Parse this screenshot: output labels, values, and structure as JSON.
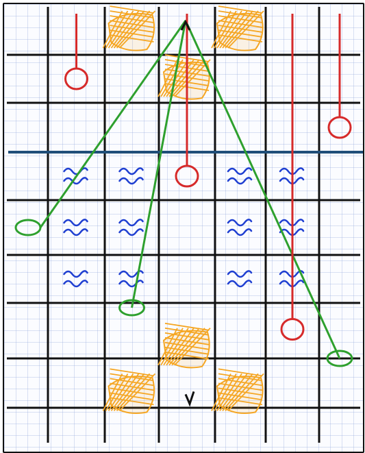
{
  "board": {
    "columns": 7,
    "rows": 8,
    "line_color": "#111111",
    "river_line_color": "#1f4e79",
    "colors": {
      "obstacle": "#f5a623",
      "water": "#1f3fd1",
      "red_piece": "#d62a2a",
      "green_piece": "#2ea02e",
      "arrow": "#111111"
    }
  },
  "cells": {
    "obstacles": [
      {
        "col": 2,
        "row": 0
      },
      {
        "col": 4,
        "row": 0
      },
      {
        "col": 3,
        "row": 1
      },
      {
        "col": 3,
        "row": 6.3
      },
      {
        "col": 2,
        "row": 7.2
      },
      {
        "col": 4,
        "row": 7.2
      }
    ],
    "water": [
      {
        "col": 1,
        "row": 3
      },
      {
        "col": 2,
        "row": 3
      },
      {
        "col": 4,
        "row": 3
      },
      {
        "col": 5,
        "row": 3
      },
      {
        "col": 1,
        "row": 4
      },
      {
        "col": 2,
        "row": 4
      },
      {
        "col": 4,
        "row": 4
      },
      {
        "col": 5,
        "row": 4
      },
      {
        "col": 1,
        "row": 5
      },
      {
        "col": 2,
        "row": 5
      },
      {
        "col": 4,
        "row": 5
      },
      {
        "col": 5,
        "row": 5
      }
    ]
  },
  "pieces": {
    "red": [
      {
        "col": 1,
        "row_from": 0,
        "row_to": 1
      },
      {
        "col": 3,
        "row_from": 0,
        "row_to": 3
      },
      {
        "col": 5,
        "row_from": 0,
        "row_to": 6
      },
      {
        "col": 6,
        "row_from": 0,
        "row_to": 2
      }
    ],
    "green_origin": {
      "col": 3,
      "row": 0
    },
    "green": [
      {
        "col": 0,
        "row": 4
      },
      {
        "col": 2,
        "row": 5.6
      },
      {
        "col": 6,
        "row": 6.5
      }
    ]
  },
  "markers": {
    "top_arrow": {
      "col": 3,
      "row": 0,
      "direction": "up"
    },
    "bottom_arrow": {
      "col": 3,
      "row": 7.2,
      "direction": "down"
    }
  }
}
